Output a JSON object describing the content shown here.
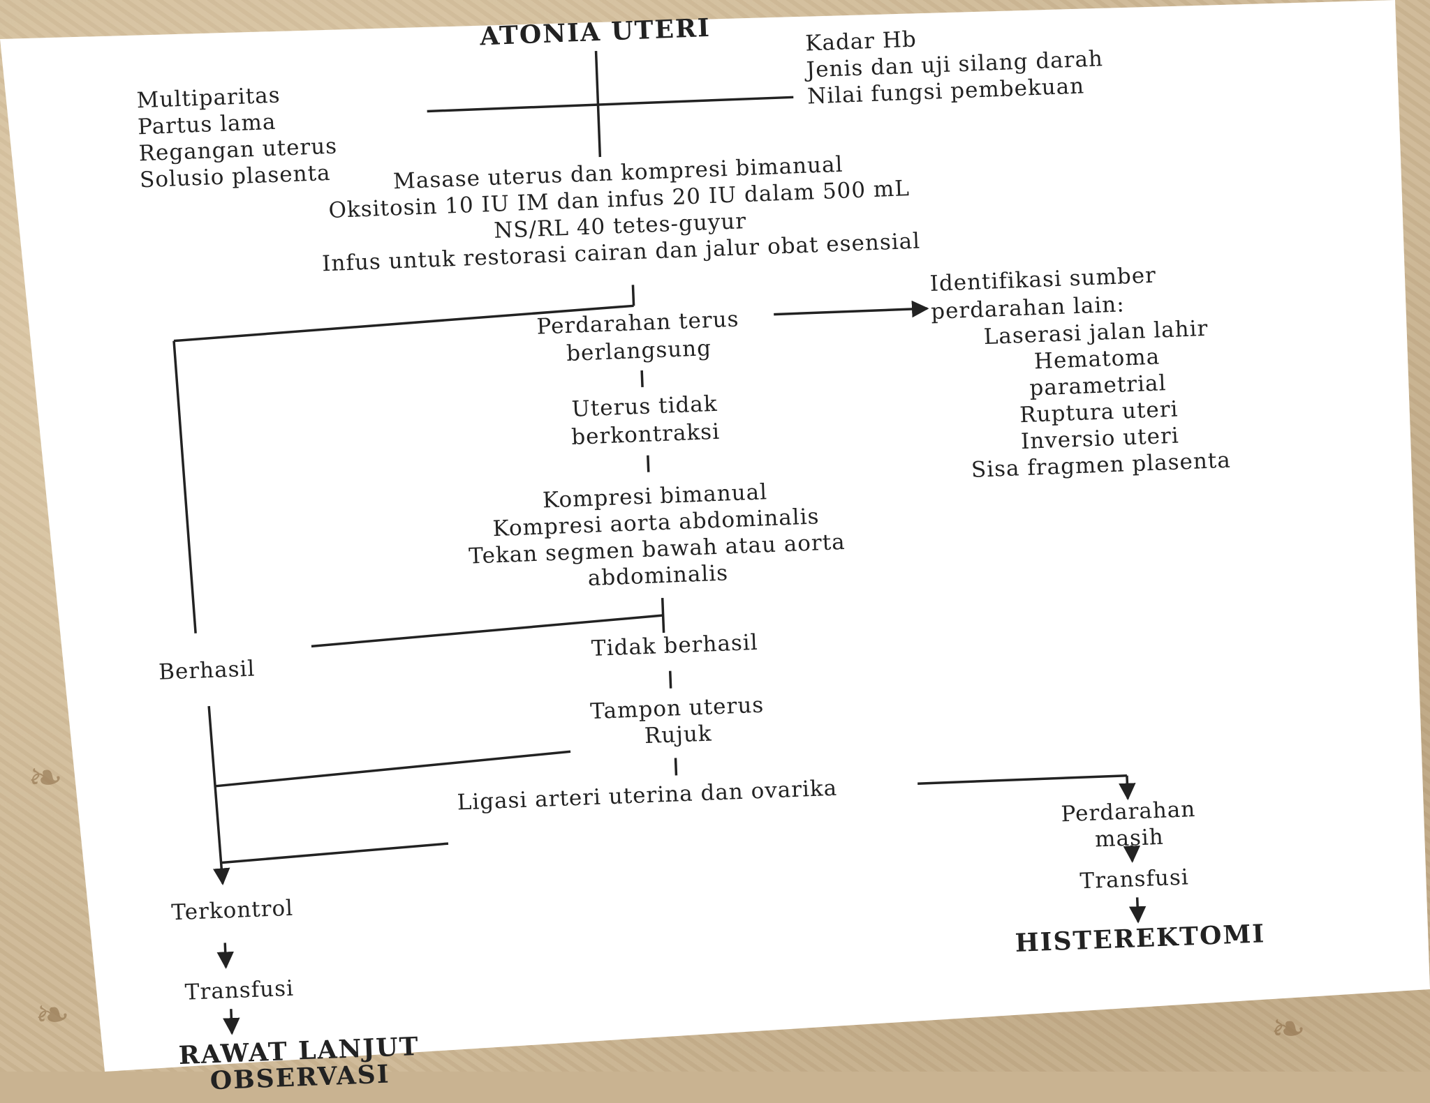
{
  "title": "ATONIA UTERI",
  "risk_factors": [
    "Multiparitas",
    "Partus lama",
    "Regangan uterus",
    "Solusio plasenta"
  ],
  "lab_checks": [
    "Kadar Hb",
    "Jenis dan uji silang darah",
    "Nilai fungsi pembekuan"
  ],
  "initial_management": [
    "Masase uterus dan kompresi bimanual",
    "Oksitosin 10 IU IM dan infus 20 IU dalam 500 mL",
    "NS/RL 40 tetes-guyur",
    "Infus untuk restorasi cairan dan jalur obat esensial"
  ],
  "bleeding_continues": "Perdarahan terus berlangsung",
  "other_sources": {
    "heading": "Identifikasi sumber perdarahan lain:",
    "items": [
      "Laserasi jalan lahir",
      "Hematoma parametrial",
      "Ruptura uteri",
      "Inversio uteri",
      "Sisa fragmen plasenta"
    ]
  },
  "uterus_not_contracting": "Uterus tidak berkontraksi",
  "compression_steps": [
    "Kompresi bimanual",
    "Kompresi aorta abdominalis",
    "Tekan segmen bawah atau aorta abdominalis"
  ],
  "success": "Berhasil",
  "failure": "Tidak berhasil",
  "tamponade": [
    "Tampon uterus",
    "Rujuk"
  ],
  "ligation": "Ligasi arteri uterina dan ovarika",
  "left_outcome": [
    "Terkontrol",
    "Transfusi",
    "RAWAT LANJUT OBSERVASI"
  ],
  "right_outcome": [
    "Perdarahan masih",
    "Transfusi",
    "HISTEREKTOMI"
  ]
}
